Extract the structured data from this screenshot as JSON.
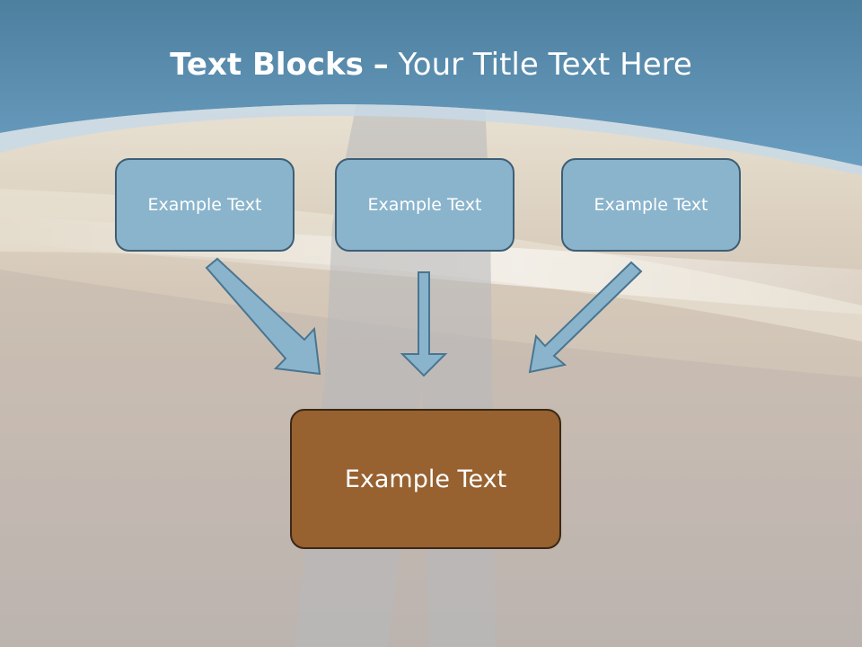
{
  "title": {
    "bold": "Text Blocks",
    "separator": "–",
    "rest": "Your Title Text Here"
  },
  "boxes": [
    {
      "label": "Example Text"
    },
    {
      "label": "Example Text"
    },
    {
      "label": "Example Text"
    }
  ],
  "target": {
    "label": "Example Text"
  },
  "colors": {
    "header_blue": "#5b8fb0",
    "box_fill": "#8ab4cc",
    "box_border": "#3d5e74",
    "target_fill": "#976130",
    "target_border": "#3b2816",
    "arrow_fill": "#8ab4cc"
  }
}
